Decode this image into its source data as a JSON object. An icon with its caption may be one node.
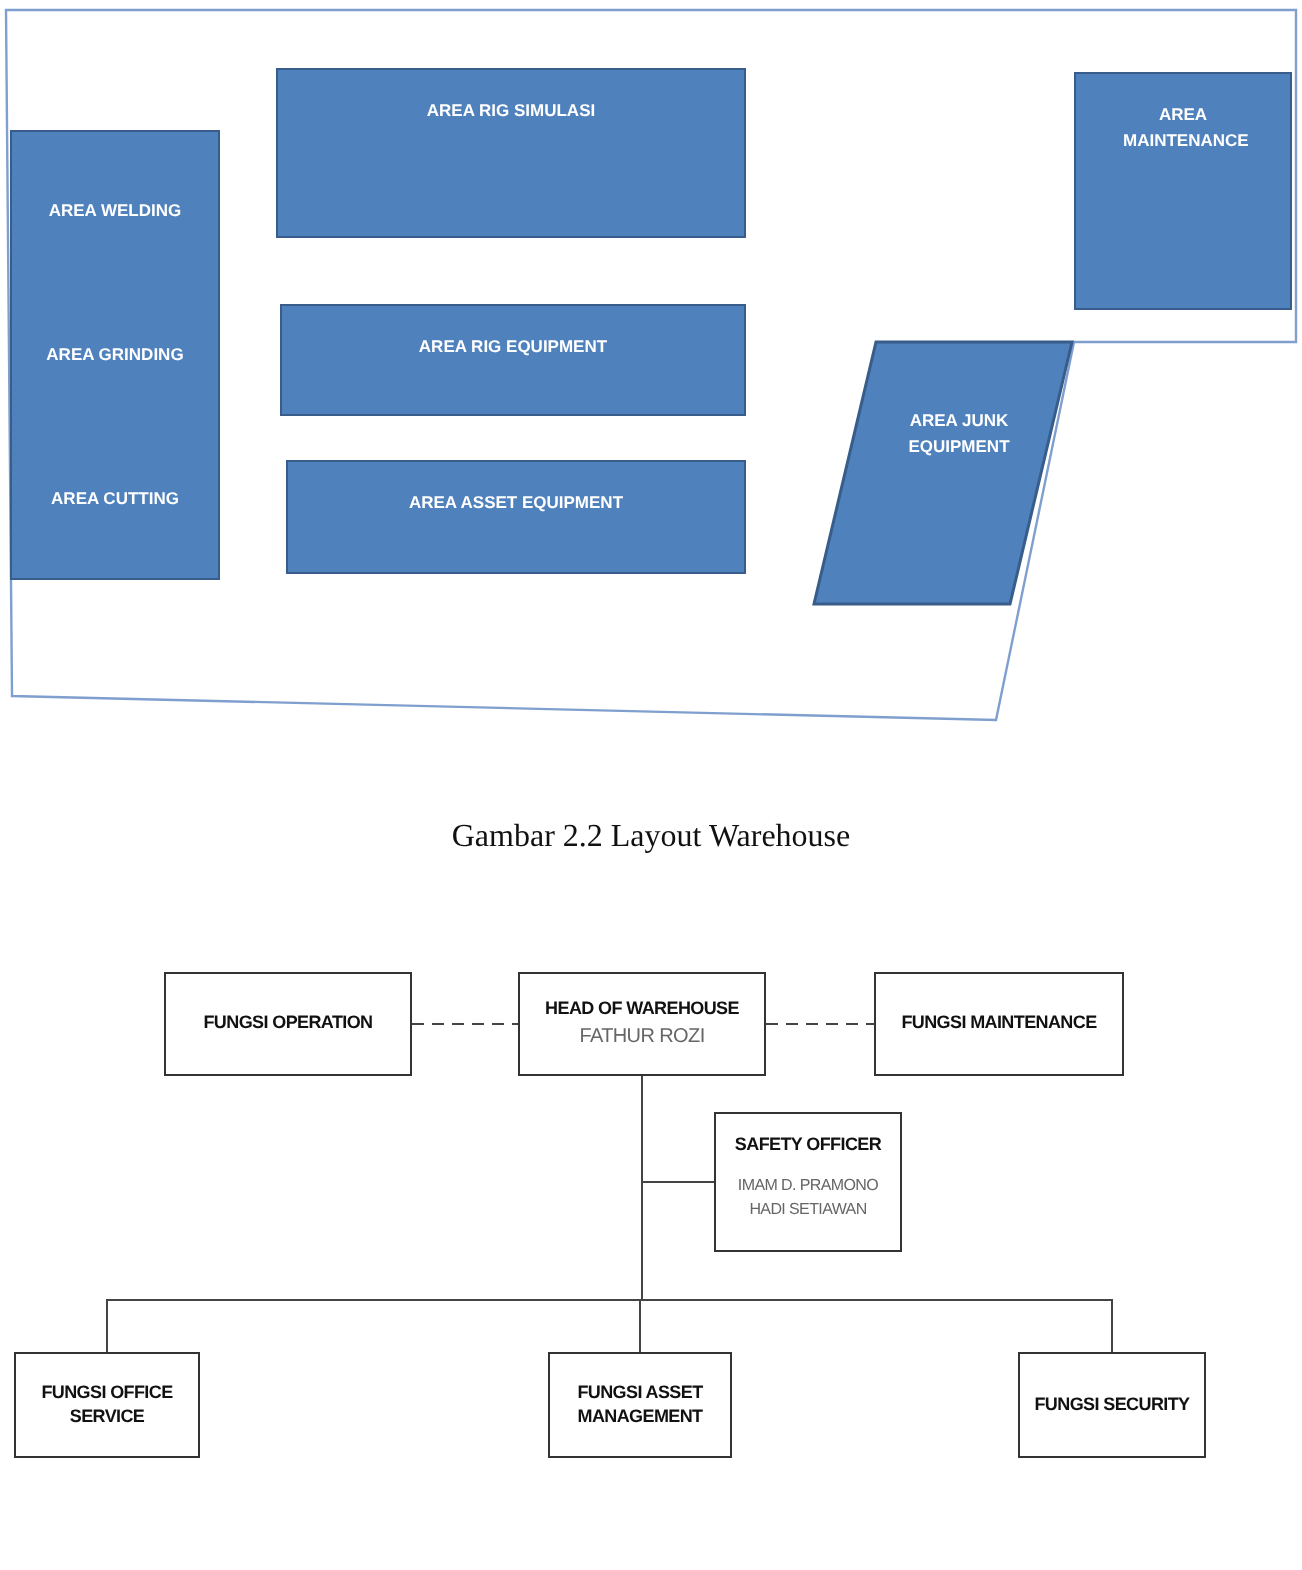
{
  "diagram": {
    "caption": "Gambar 2.2 Layout Warehouse",
    "nodes": [
      {
        "text": [],
        "shape": "box"
      },
      {
        "text": [
          "AREA WELDING",
          "AREA GRINDING",
          "AREA CUTTING"
        ],
        "in": 0
      },
      {
        "text": [
          "AREA RIG SIMULASI"
        ],
        "in": 0
      },
      {
        "text": [
          "AREA RIG EQUIPMENT"
        ],
        "in": 0
      },
      {
        "text": [
          "AREA ASSET EQUIPMENT"
        ],
        "in": 0
      },
      {
        "text": [
          "AREA MAINTENANCE"
        ],
        "in": 0
      },
      {
        "text": [
          "AREA JUNK EQUIPMENT"
        ],
        "in": 0
      },
      {
        "text": [
          "FUNGSI OPERATION"
        ]
      },
      {
        "text": [
          "HEAD OF WAREHOUSE",
          "FATHUR ROZI"
        ]
      },
      {
        "text": [
          "FUNGSI MAINTENANCE"
        ]
      },
      {
        "text": [
          "SAFETY OFFICER",
          "IMAM D. PRAMONO",
          "HADI SETIAWAN"
        ]
      },
      {
        "text": [
          "FUNGSI OFFICE SERVICE"
        ]
      },
      {
        "text": [
          "FUNGSI ASSET MANAGEMENT"
        ]
      },
      {
        "text": [
          "FUNGSI SECURITY"
        ]
      }
    ],
    "edges": [
      {
        "from": 7,
        "to": 8,
        "arrow": "none",
        "style": "dashed"
      },
      {
        "from": 8,
        "to": 9,
        "arrow": "none",
        "style": "dashed"
      },
      {
        "from": 8,
        "to": 10,
        "arrow": "none"
      },
      {
        "from": 8,
        "to": 11,
        "arrow": "none"
      },
      {
        "from": 8,
        "to": 12,
        "arrow": "none"
      },
      {
        "from": 8,
        "to": 13,
        "arrow": "none"
      }
    ]
  }
}
